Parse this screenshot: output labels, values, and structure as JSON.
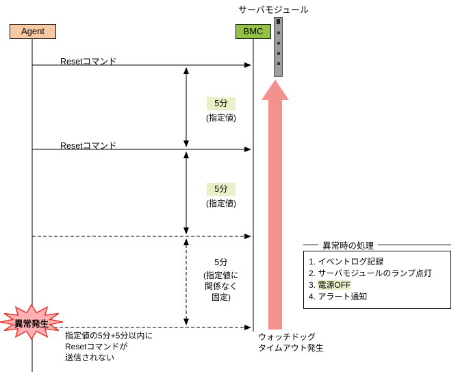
{
  "colors": {
    "agent_bg": "#f6c9a2",
    "bmc_bg": "#94c045",
    "highlight_bg": "#e9efc6",
    "pink_arrow": "#f2928e",
    "burst_fill": "#ffb0b0",
    "burst_stroke": "#e3342f",
    "server_gray": "#9e9e9e"
  },
  "header": {
    "server_module_label": "サーバモジュール"
  },
  "actors": {
    "agent": "Agent",
    "bmc": "BMC"
  },
  "messages": {
    "reset1": "Resetコマンド",
    "reset2": "Resetコマンド"
  },
  "intervals": {
    "first": {
      "value": "5分",
      "note": "(指定値)"
    },
    "second": {
      "value": "5分",
      "note": "(指定値)"
    },
    "third": {
      "value": "5分",
      "note": "(指定値に\n関係なく\n固定)"
    }
  },
  "failure": {
    "burst_label": "異常発生",
    "no_reset_note": "指定値の5分+5分以内に\nResetコマンドが\n送信されない",
    "watchdog_note": "ウォッチドッグ\nタイムアウト発生"
  },
  "process_box": {
    "title": "異常時の処理",
    "items": [
      {
        "text": "1. イベントログ記録"
      },
      {
        "text": "2. サーバモジュールのランプ点灯"
      },
      {
        "prefix": "3.",
        "highlight": "電源OFF"
      },
      {
        "text": "4. アラート通知"
      }
    ]
  }
}
